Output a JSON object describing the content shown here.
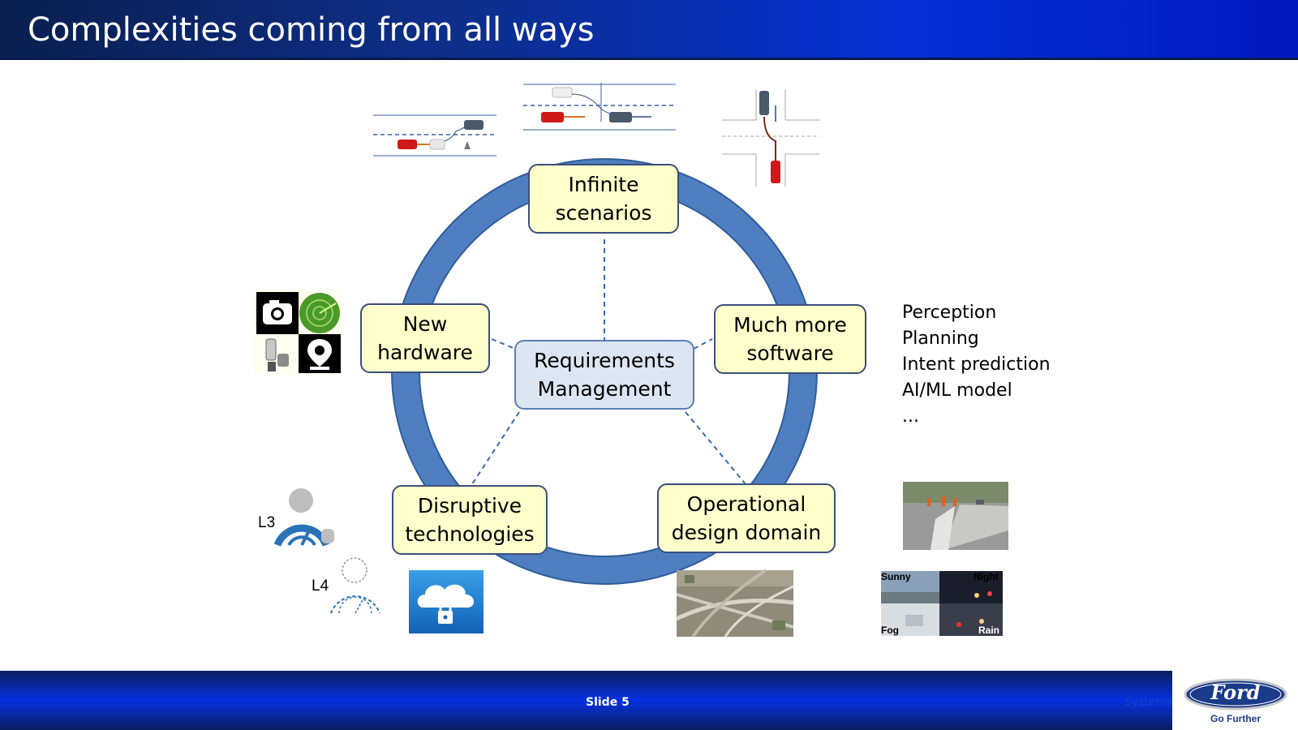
{
  "header": {
    "title": "Complexities coming from all ways"
  },
  "diagram": {
    "center": {
      "line1": "Requirements",
      "line2": "Management"
    },
    "nodes": {
      "top": {
        "line1": "Infinite",
        "line2": "scenarios"
      },
      "right": {
        "line1": "Much more",
        "line2": "software"
      },
      "bottom_right": {
        "line1": "Operational",
        "line2": "design domain"
      },
      "bottom_left": {
        "line1": "Disruptive",
        "line2": "technologies"
      },
      "left": {
        "line1": "New",
        "line2": "hardware"
      }
    },
    "software_list": [
      "Perception",
      "Planning",
      "Intent prediction",
      "AI/ML model",
      "..."
    ],
    "levels": {
      "l3": "L3",
      "l4": "L4"
    },
    "weather": {
      "sunny": "Sunny",
      "night": "Night",
      "fog": "Fog",
      "rain": "Rain"
    },
    "colors": {
      "ring": "#4f7fc0",
      "ring_border": "#2f5d9a",
      "box_fill": "#ffffcc",
      "center_fill": "#dce6f2"
    },
    "icons": [
      "car-scenario-icon",
      "camera-icon",
      "radar-icon",
      "lidar-icon",
      "location-pin-icon",
      "driver-l3-icon",
      "driver-l4-icon",
      "cloud-lock-icon",
      "highway-photo",
      "work-zone-photo",
      "weather-grid-photo"
    ]
  },
  "footer": {
    "slide_label": "Slide 5",
    "faint_text": "Systems",
    "logo_text": "Ford",
    "tagline": "Go Further"
  }
}
